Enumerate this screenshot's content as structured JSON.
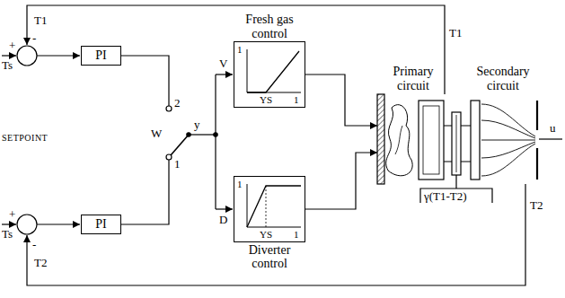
{
  "diagram": {
    "nodes": [
      {
        "text": [
          "PI"
        ]
      },
      {
        "text": [
          "PI"
        ]
      },
      {
        "text": [
          "Fresh gas control",
          "1",
          "YS",
          "1"
        ]
      },
      {
        "text": [
          "Diverter control",
          "1",
          "YS",
          "1"
        ]
      },
      {
        "text": [
          "Primary circuit"
        ]
      },
      {
        "text": [
          "Secondary circuit"
        ]
      }
    ],
    "edges": [
      {
        "from": 2,
        "to": 4,
        "arrow": "to"
      },
      {
        "from": 3,
        "to": 4,
        "arrow": "to"
      }
    ],
    "labels": [
      "T1",
      "-",
      "Ts",
      "+",
      "2",
      "SETPOINT",
      "W",
      "1",
      "y",
      "V",
      "Ts",
      "+",
      "-",
      "T2",
      "D",
      "T1",
      "γ(T1-T2)",
      "T2",
      "u"
    ]
  }
}
